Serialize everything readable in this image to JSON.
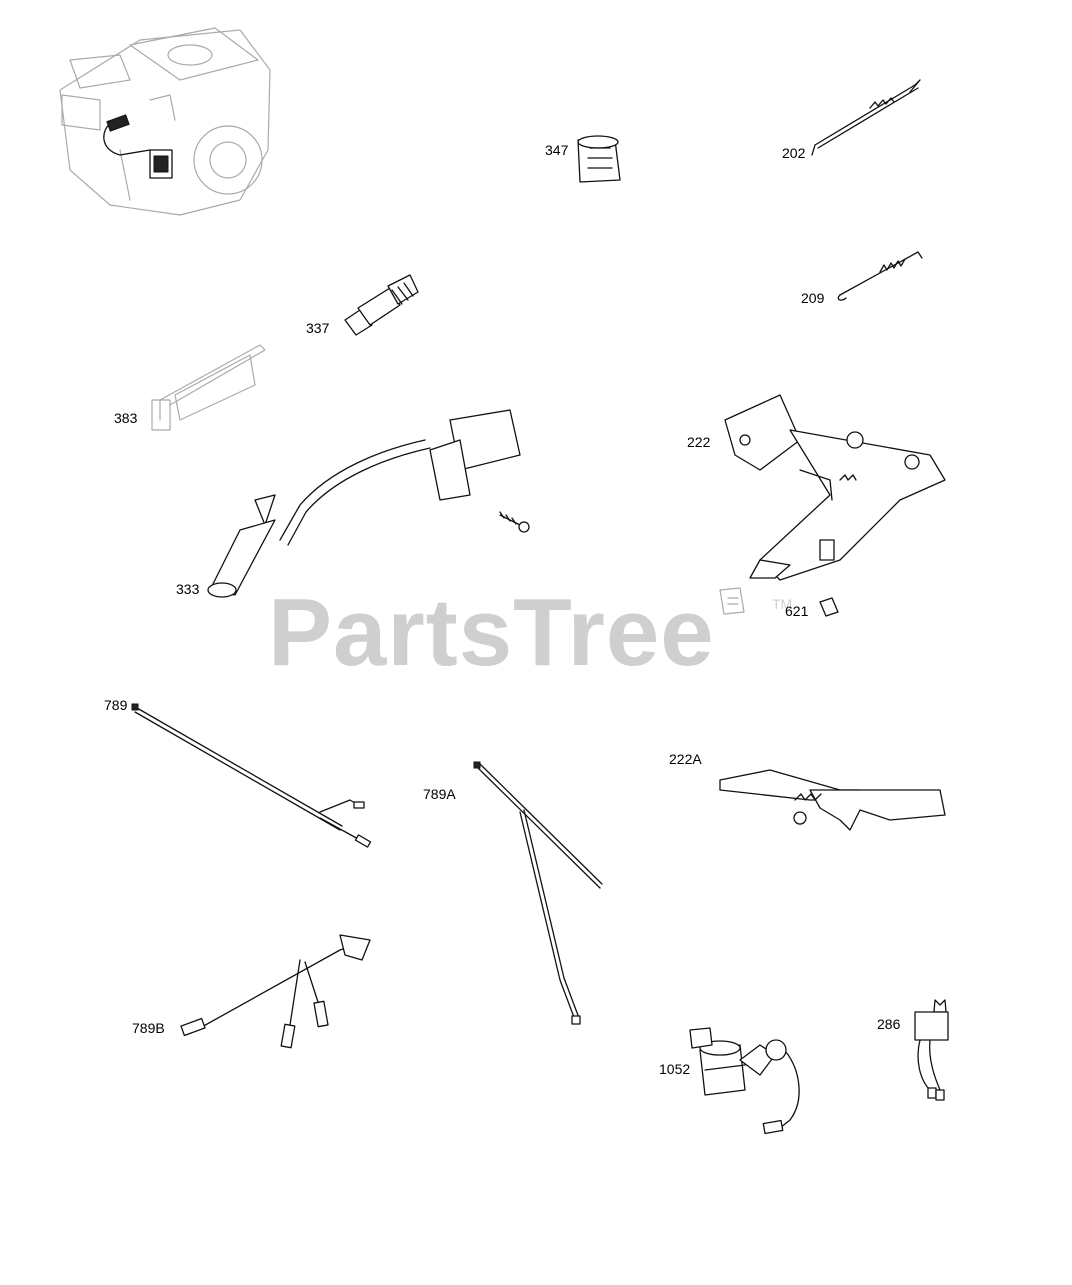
{
  "watermark": {
    "text": "PartsTree",
    "tm": "TM"
  },
  "callouts": {
    "c347": "347",
    "c202": "202",
    "c209": "209",
    "c337": "337",
    "c383": "383",
    "c222": "222",
    "c333": "333",
    "c621": "621",
    "c789": "789",
    "c222a": "222A",
    "c789a": "789A",
    "c789b": "789B",
    "c286": "286",
    "c1052": "1052"
  }
}
